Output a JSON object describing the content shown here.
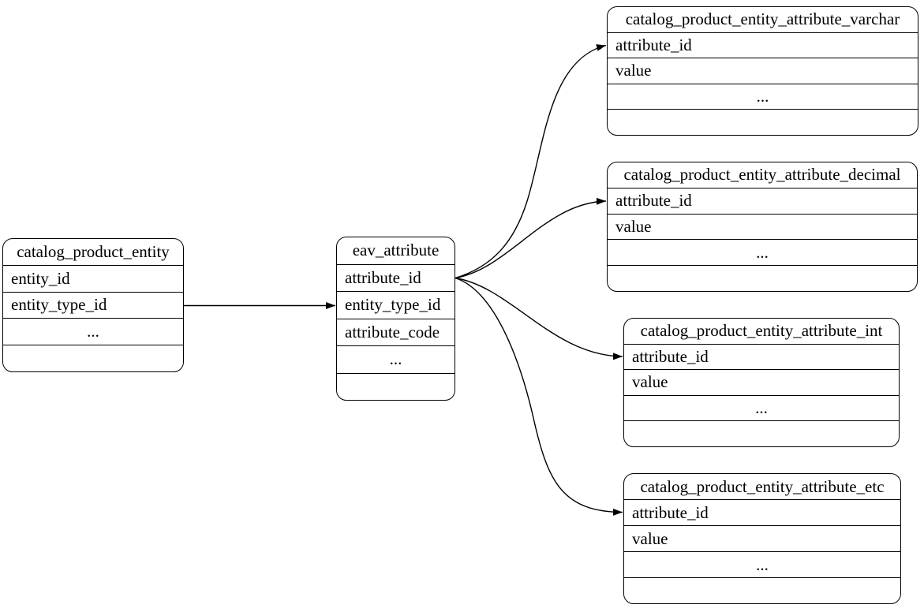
{
  "diagram": {
    "type": "entity-relationship",
    "background_color": "#ffffff",
    "line_color": "#000000",
    "tables": [
      {
        "title": "catalog_product_entity",
        "rows": [
          "entity_id",
          "entity_type_id",
          "...",
          ""
        ]
      },
      {
        "title": "eav_attribute",
        "rows": [
          "attribute_id",
          "entity_type_id",
          "attribute_code",
          "...",
          ""
        ]
      },
      {
        "title": "catalog_product_entity_attribute_varchar",
        "rows": [
          "attribute_id",
          "value",
          "...",
          ""
        ]
      },
      {
        "title": "catalog_product_entity_attribute_decimal",
        "rows": [
          "attribute_id",
          "value",
          "...",
          ""
        ]
      },
      {
        "title": "catalog_product_entity_attribute_int",
        "rows": [
          "attribute_id",
          "value",
          "...",
          ""
        ]
      },
      {
        "title": "catalog_product_entity_attribute_etc",
        "rows": [
          "attribute_id",
          "value",
          "...",
          ""
        ]
      }
    ],
    "edges": [
      {
        "from": "catalog_product_entity.entity_type_id",
        "to": "eav_attribute.entity_type_id"
      },
      {
        "from": "eav_attribute.attribute_id",
        "to": "catalog_product_entity_attribute_varchar.attribute_id"
      },
      {
        "from": "eav_attribute.attribute_id",
        "to": "catalog_product_entity_attribute_decimal.attribute_id"
      },
      {
        "from": "eav_attribute.attribute_id",
        "to": "catalog_product_entity_attribute_int.attribute_id"
      },
      {
        "from": "eav_attribute.attribute_id",
        "to": "catalog_product_entity_attribute_etc.attribute_id"
      }
    ]
  }
}
